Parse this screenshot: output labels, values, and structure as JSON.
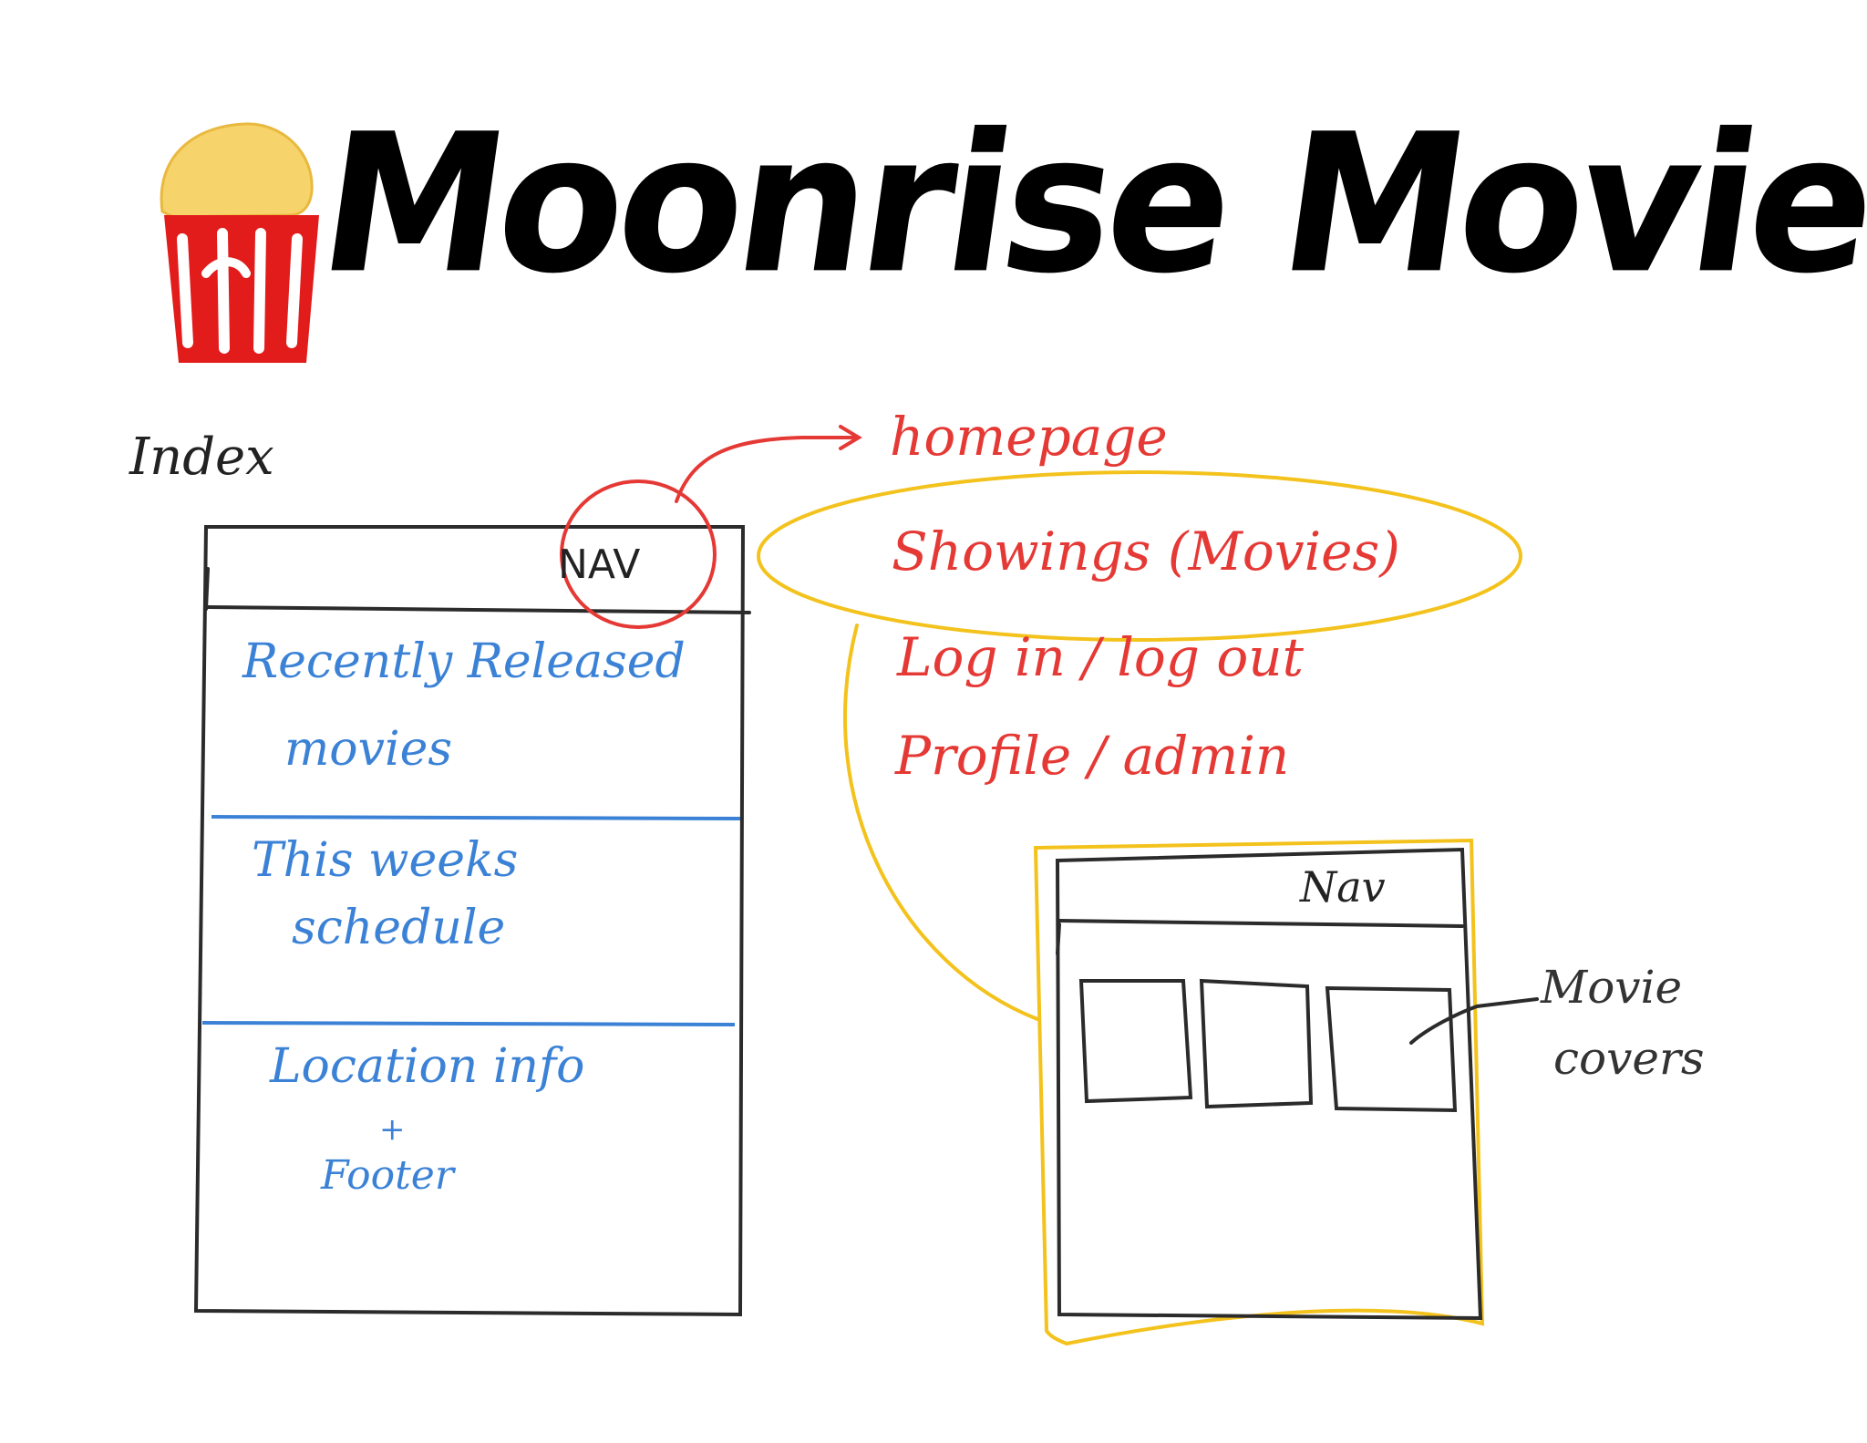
{
  "title": "Moonrise Movies",
  "logo": {
    "icon": "popcorn-icon"
  },
  "index_wireframe": {
    "label": "Index",
    "nav_label": "NAV",
    "sections": [
      {
        "line1": "Recently Released",
        "line2": "movies"
      },
      {
        "line1": "This weeks",
        "line2": "schedule"
      },
      {
        "line1": "Location info",
        "line2": "+",
        "line3": "Footer"
      }
    ]
  },
  "nav_annotation": {
    "target": "homepage",
    "items": [
      "Showings (Movies)",
      "Log in / log out",
      "Profile / admin"
    ]
  },
  "showings_wireframe": {
    "nav_label": "Nav",
    "annotation_line1": "Movie",
    "annotation_line2": "covers"
  },
  "colors": {
    "ink": "#000000",
    "blue": "#3b82d6",
    "red": "#e53935",
    "yellow": "#f3c21c",
    "popcorn": "#f6d36b",
    "bucket_red": "#e21b1b"
  }
}
